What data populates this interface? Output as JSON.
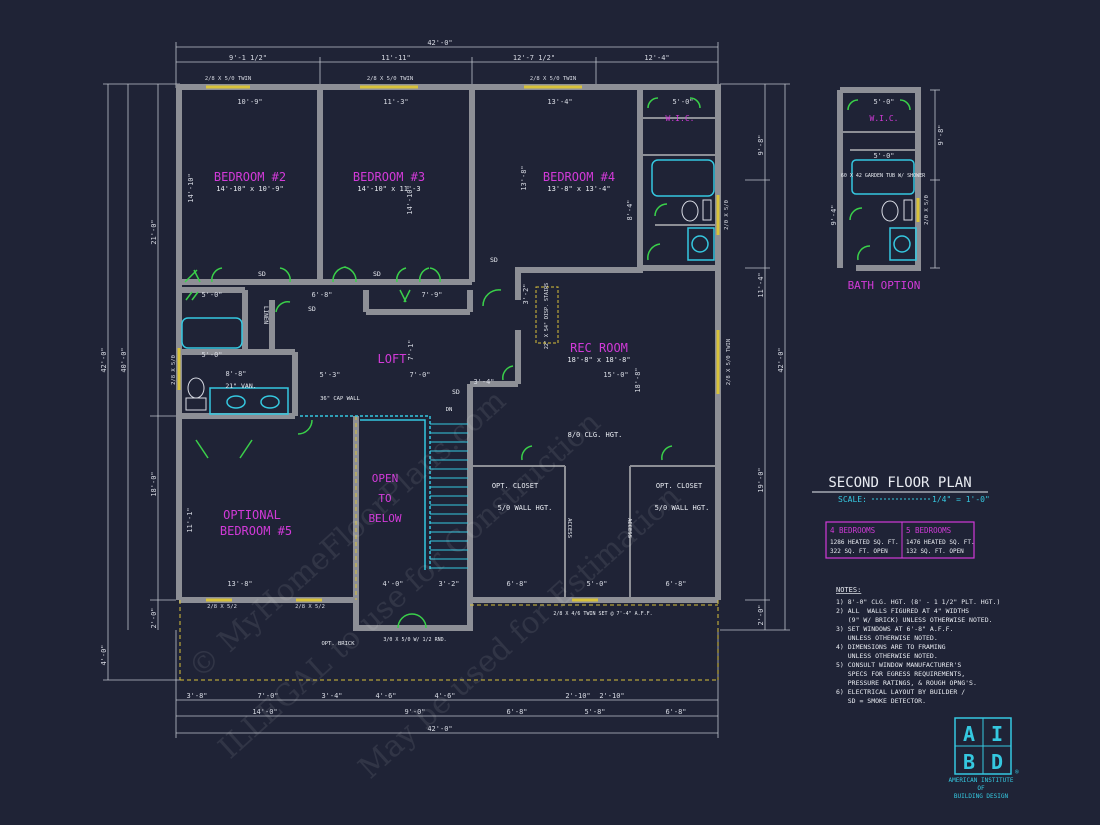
{
  "rooms": {
    "bedroom2": {
      "label": "BEDROOM #2",
      "size": "14'-10\" x 10'-9\""
    },
    "bedroom3": {
      "label": "BEDROOM #3",
      "size": "14'-10\" x 11'-3"
    },
    "bedroom4": {
      "label": "BEDROOM #4",
      "size": "13'-8\" x 13'-4\""
    },
    "rec_room": {
      "label": "REC ROOM",
      "size": "18'-8\" x 18'-8\""
    },
    "loft": {
      "label": "LOFT"
    },
    "optional_bedroom": {
      "line1": "OPTIONAL",
      "line2": "BEDROOM #5"
    },
    "open_to_below": {
      "line1": "OPEN",
      "line2": "TO",
      "line3": "BELOW"
    },
    "wic": "W.I.C.",
    "linen": "LINEN",
    "opt_closet": "OPT. CLOSET",
    "wall_hgt": "5/0 WALL HGT.",
    "clg_hgt": "8/0 CLG. HGT.",
    "vanity": "21\" VAN.",
    "attic": "22\" X 54\" DISP. STAIRS",
    "cap_wall": "36\" CAP WALL",
    "dn": "DN",
    "sd": "SD",
    "access": "ACCESS",
    "opt_brick": "OPT. BRICK",
    "round_window": "3/0 X 5/0 W/ 1/2 RND.",
    "twin_window_low": "2/8 X 4/6 TWIN SET @ 7'-4\" A.F.F."
  },
  "windows": {
    "top1": "2/8 X 5/0 TWIN",
    "top2": "2/8 X 5/0 TWIN",
    "top3": "2/8 X 5/0 TWIN",
    "left": "2/8 X 5/0",
    "right": "2/8 X 5/0 TWIN",
    "bottom1": "2/8 X 5/2",
    "bottom2": "2/8 X 5/2",
    "bath": "2/0 X 5/0"
  },
  "dimensions": {
    "top_overall": "42'-0\"",
    "top_segments": [
      "9'-1 1/2\"",
      "11'-11\"",
      "12'-7 1/2\"",
      "12'-4\""
    ],
    "bottom_overall": "42'-0\"",
    "bottom_row1": [
      "3'-8\"",
      "7'-0\"",
      "3'-4\"",
      "4'-6\"",
      "4'-6\"",
      "2'-10\"",
      "2'-10\""
    ],
    "bottom_row2": [
      "14'-0\"",
      "9'-0\"",
      "6'-8\"",
      "5'-8\"",
      "6'-8\""
    ],
    "left_overall": "42'-0\"",
    "left_inner": "40'-0\"",
    "left_segments": [
      "21'-0\"",
      "18'-0\"",
      "2'-0\"",
      "4'-0\""
    ],
    "right_overall": "42'-0\"",
    "right_segments": [
      "9'-8\"",
      "11'-4\"",
      "19'-0\"",
      "2'-0\""
    ],
    "interior": {
      "b2_w": "10'-9\"",
      "b3_w": "11'-3\"",
      "b4_w": "13'-4\"",
      "wic_w": "5'-0\"",
      "b2_d": "14'-10\"",
      "b3_d": "14'-10\"",
      "b4_d": "13'-8\"",
      "hall1": "5'-0\"",
      "hall2": "6'-8\"",
      "hall3": "7'-9\"",
      "bath_w": "5'-0\"",
      "loft_w": "5'-3\"",
      "loft_d": "7'-1\"",
      "loft_w2": "7'-0\"",
      "bath2": "8'-8\"",
      "rec_w": "15'-0\"",
      "rec_d": "18'-8\"",
      "b5_w": "13'-8\"",
      "b5_d": "11'-1\"",
      "stair_w": "4'-0\"",
      "stair_d": "3'-2\"",
      "cl1": "6'-8\"",
      "cl2": "5'-0\"",
      "cl3": "6'-8\"",
      "b4_closet": "8'-4\"",
      "rec_side": "3'-4\"",
      "rec_side2": "3'-2\""
    }
  },
  "bath_option": {
    "title": "BATH OPTION",
    "wic": "W.I.C.",
    "wic_w": "5'-0\"",
    "bath_w": "5'-0\"",
    "tub": "60 X 42 GARDEN TUB W/ SHOWER",
    "dim_top": "9'-8\"",
    "dim_bottom": "9'-4\"",
    "window": "2/0 X 5/0"
  },
  "plan_title": {
    "title": "SECOND FLOOR PLAN",
    "scale_label": "SCALE:",
    "scale_value": "1/4\" = 1'-0\""
  },
  "area_table": {
    "col1": {
      "header": "4 BEDROOMS",
      "row1": "1286 HEATED SQ. FT.",
      "row2": "322 SQ. FT. OPEN"
    },
    "col2": {
      "header": "5 BEDROOMS",
      "row1": "1476 HEATED SQ. FT.",
      "row2": "132 SQ. FT. OPEN"
    }
  },
  "notes": {
    "title": "NOTES:",
    "lines": [
      "1) 8'-0\" CLG. HGT. (8' - 1 1/2\" PLT. HGT.)",
      "2) ALL  WALLS FIGURED AT 4\" WIDTHS",
      "   (9\" W/ BRICK) UNLESS OTHERWISE NOTED.",
      "3) SET WINDOWS AT 6'-8\" A.F.F.",
      "   UNLESS OTHERWISE NOTED.",
      "4) DIMENSIONS ARE TO FRAMING",
      "   UNLESS OTHERWISE NOTED.",
      "5) CONSULT WINDOW MANUFACTURER'S",
      "   SPECS FOR EGRESS REQUIREMENTS,",
      "   PRESSURE RATINGS, & ROUGH OPNG'S.",
      "6) ELECTRICAL LAYOUT BY BUILDER /",
      "   SD = SMOKE DETECTOR."
    ]
  },
  "logo": {
    "letters": [
      "A",
      "I",
      "B",
      "D"
    ],
    "name_line1": "AMERICAN INSTITUTE",
    "name_line2": "OF",
    "name_line3": "BUILDING DESIGN",
    "reg": "®"
  },
  "watermark": {
    "line1": "© MyHomeFloorPlans.com",
    "line2": "ILLEGAL to use for Construction",
    "line3": "May be used for Estimation"
  },
  "colors": {
    "background": "#1f2336",
    "walls": "#8d8f96",
    "room_labels": "#d13ad8",
    "fixtures": "#35c8e0",
    "windows": "#d8c23a"
  }
}
